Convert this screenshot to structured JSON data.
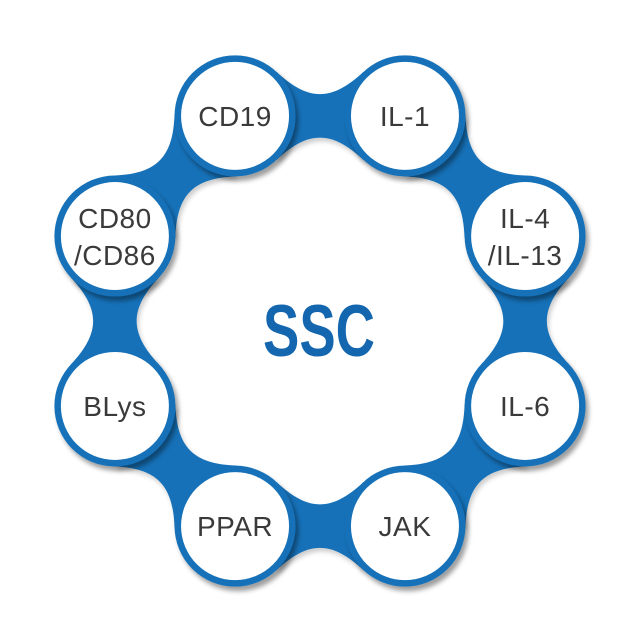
{
  "diagram": {
    "center_label": "SSC",
    "nodes": [
      {
        "id": "cd19",
        "label": "CD19",
        "lines": [
          "CD19"
        ]
      },
      {
        "id": "il-1",
        "label": "IL-1",
        "lines": [
          "IL-1"
        ]
      },
      {
        "id": "il-4-il-13",
        "label": "IL-4/IL-13",
        "lines": [
          "IL-4",
          "/IL-13"
        ]
      },
      {
        "id": "il-6",
        "label": "IL-6",
        "lines": [
          "IL-6"
        ]
      },
      {
        "id": "jak",
        "label": "JAK",
        "lines": [
          "JAK"
        ]
      },
      {
        "id": "ppar",
        "label": "PPAR",
        "lines": [
          "PPAR"
        ]
      },
      {
        "id": "blys",
        "label": "BLys",
        "lines": [
          "BLys"
        ]
      },
      {
        "id": "cd80-cd86",
        "label": "CD80/CD86",
        "lines": [
          "CD80",
          "/CD86"
        ]
      }
    ],
    "colors": {
      "band_blue": "#1571B8",
      "center_text_blue": "#1467AF",
      "label_text": "#3A3A3A",
      "background": "#FFFFFF"
    }
  }
}
